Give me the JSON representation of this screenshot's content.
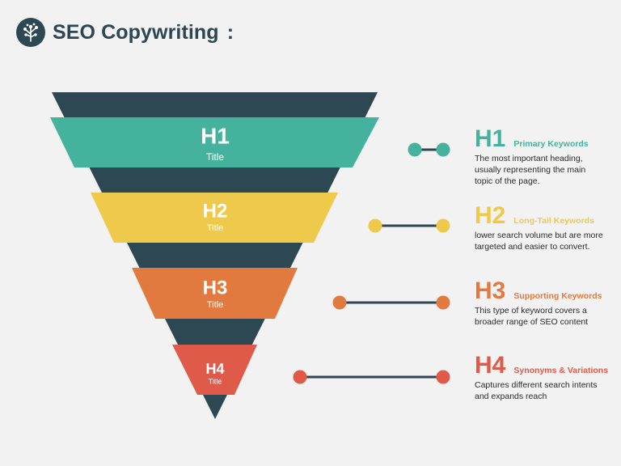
{
  "header": {
    "title": "SEO Copywriting",
    "colon": ":",
    "logo_icon": "tree-icon"
  },
  "colors": {
    "dark": "#2d4753",
    "h1": "#45b29d",
    "h2": "#efc94c",
    "h3": "#e27a3f",
    "h4": "#df5a49",
    "connector": "#2d4753"
  },
  "levels": [
    {
      "tag": "H1",
      "sub": "Title",
      "keyword": "Primary Keywords",
      "desc": "The most important heading,\nusually representing the main\ntopic of the page."
    },
    {
      "tag": "H2",
      "sub": "Title",
      "keyword": "Long-Tail Keywords",
      "desc": "lower search volume but are more\ntargeted and easier to convert."
    },
    {
      "tag": "H3",
      "sub": "Title",
      "keyword": "Supporting Keywords",
      "desc": "This type of keyword covers a\nbroader range of SEO content"
    },
    {
      "tag": "H4",
      "sub": "Title",
      "keyword": "Synonyms & Variations",
      "desc": "Captures different search intents\nand expands reach"
    }
  ]
}
